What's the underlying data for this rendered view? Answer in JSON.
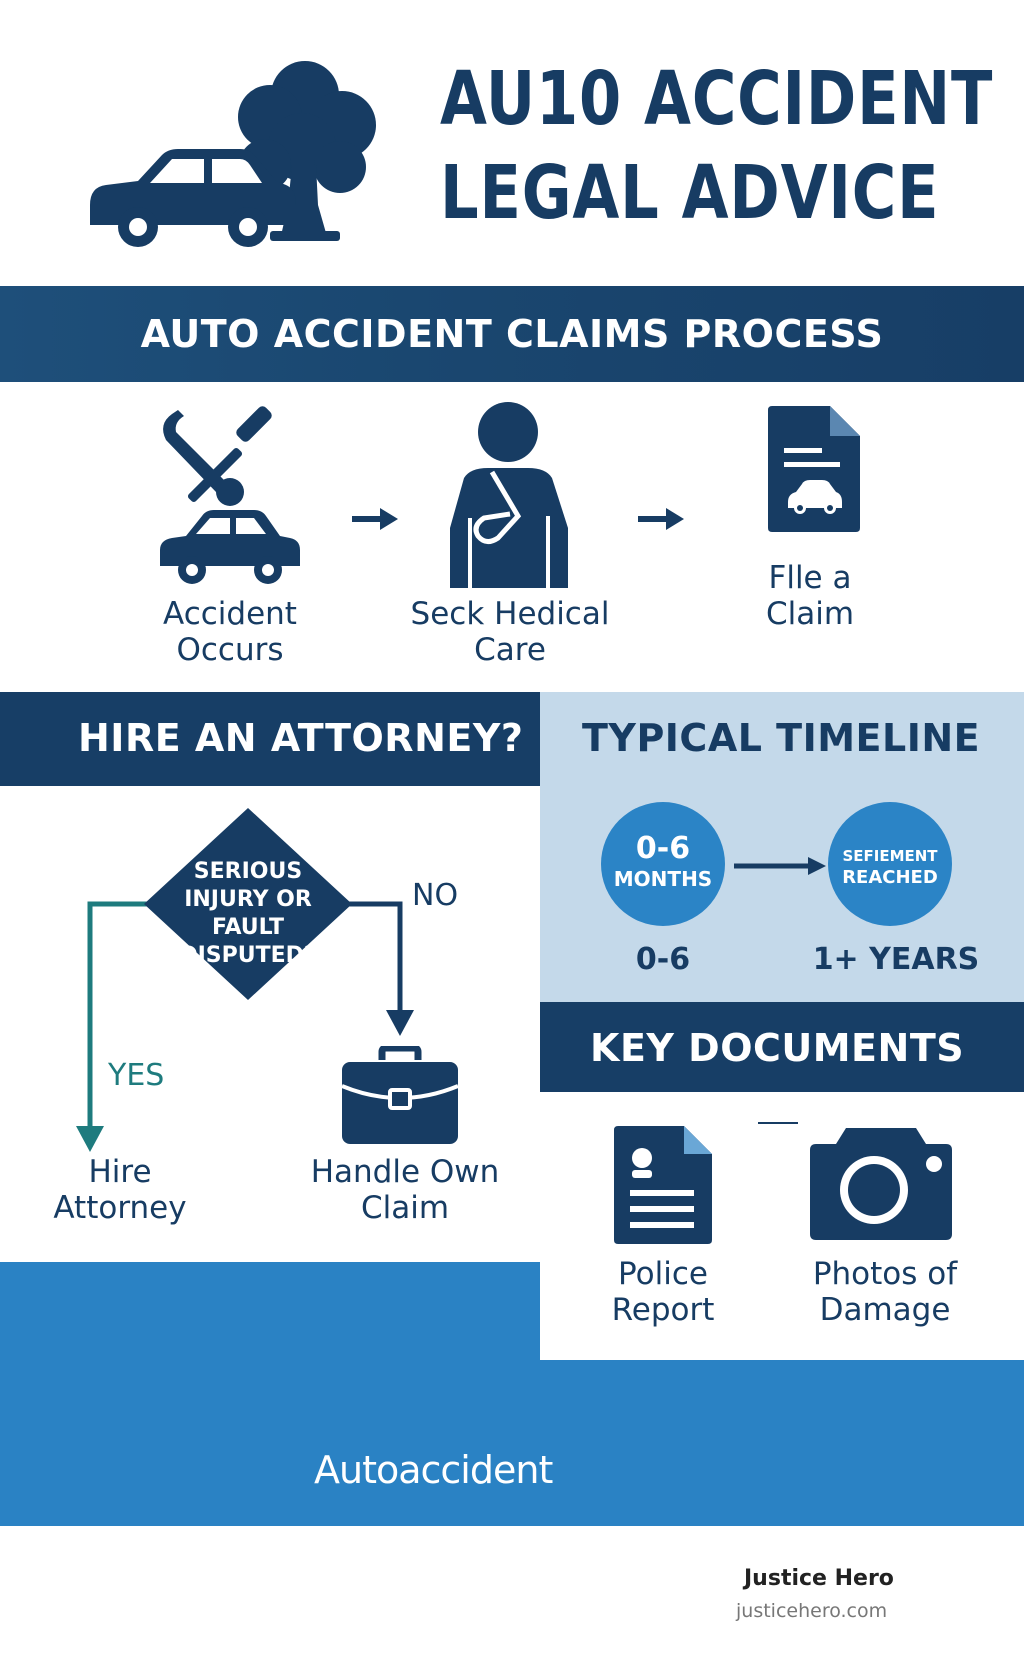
{
  "header": {
    "title_line1": "AU10 ACCIDENT",
    "title_line2": "LEGAL ADVICE"
  },
  "process": {
    "title": "AUTO ACCIDENT CLAIMS PROCESS",
    "steps": [
      {
        "line1": "Accident",
        "line2": "Occurs",
        "icon": "car-repair-icon"
      },
      {
        "line1": "Seck Hedical",
        "line2": "Care",
        "icon": "injured-person-icon"
      },
      {
        "line1": "Flle a",
        "line2": "Claim",
        "icon": "claim-document-icon"
      }
    ]
  },
  "attorney": {
    "title": "HIRE AN ATTORNEY?",
    "question_lines": [
      "SERIOUS",
      "INJURY OR",
      "FAULT",
      "DISPUTED?"
    ],
    "yes_label": "YES",
    "no_label": "NO",
    "yes_line1": "Hire",
    "yes_line2": "Attorney",
    "no_line1": "Handle Own",
    "no_line2": "Claim"
  },
  "timeline": {
    "title": "TYPICAL TIMELINE",
    "circle1_line1": "0-6",
    "circle1_line2": "MONTHS",
    "circle2_line1": "SEFIEMENT",
    "circle2_line2": "REACHED",
    "label1": "0-6",
    "label2": "1+ YEARS"
  },
  "documents": {
    "title": "KEY DOCUMENTS",
    "doc1_line1": "Police",
    "doc1_line2": "Report",
    "doc2_line1": "Photos of",
    "doc2_line2": "Damage"
  },
  "banner": {
    "text": "Autoaccident"
  },
  "footer": {
    "brand": "Justice Hero",
    "url": "justicehero.com"
  },
  "colors": {
    "navy": "#173c63",
    "blue": "#2a82c4",
    "light_blue": "#c4d9ea",
    "teal": "#1e7b7e"
  }
}
